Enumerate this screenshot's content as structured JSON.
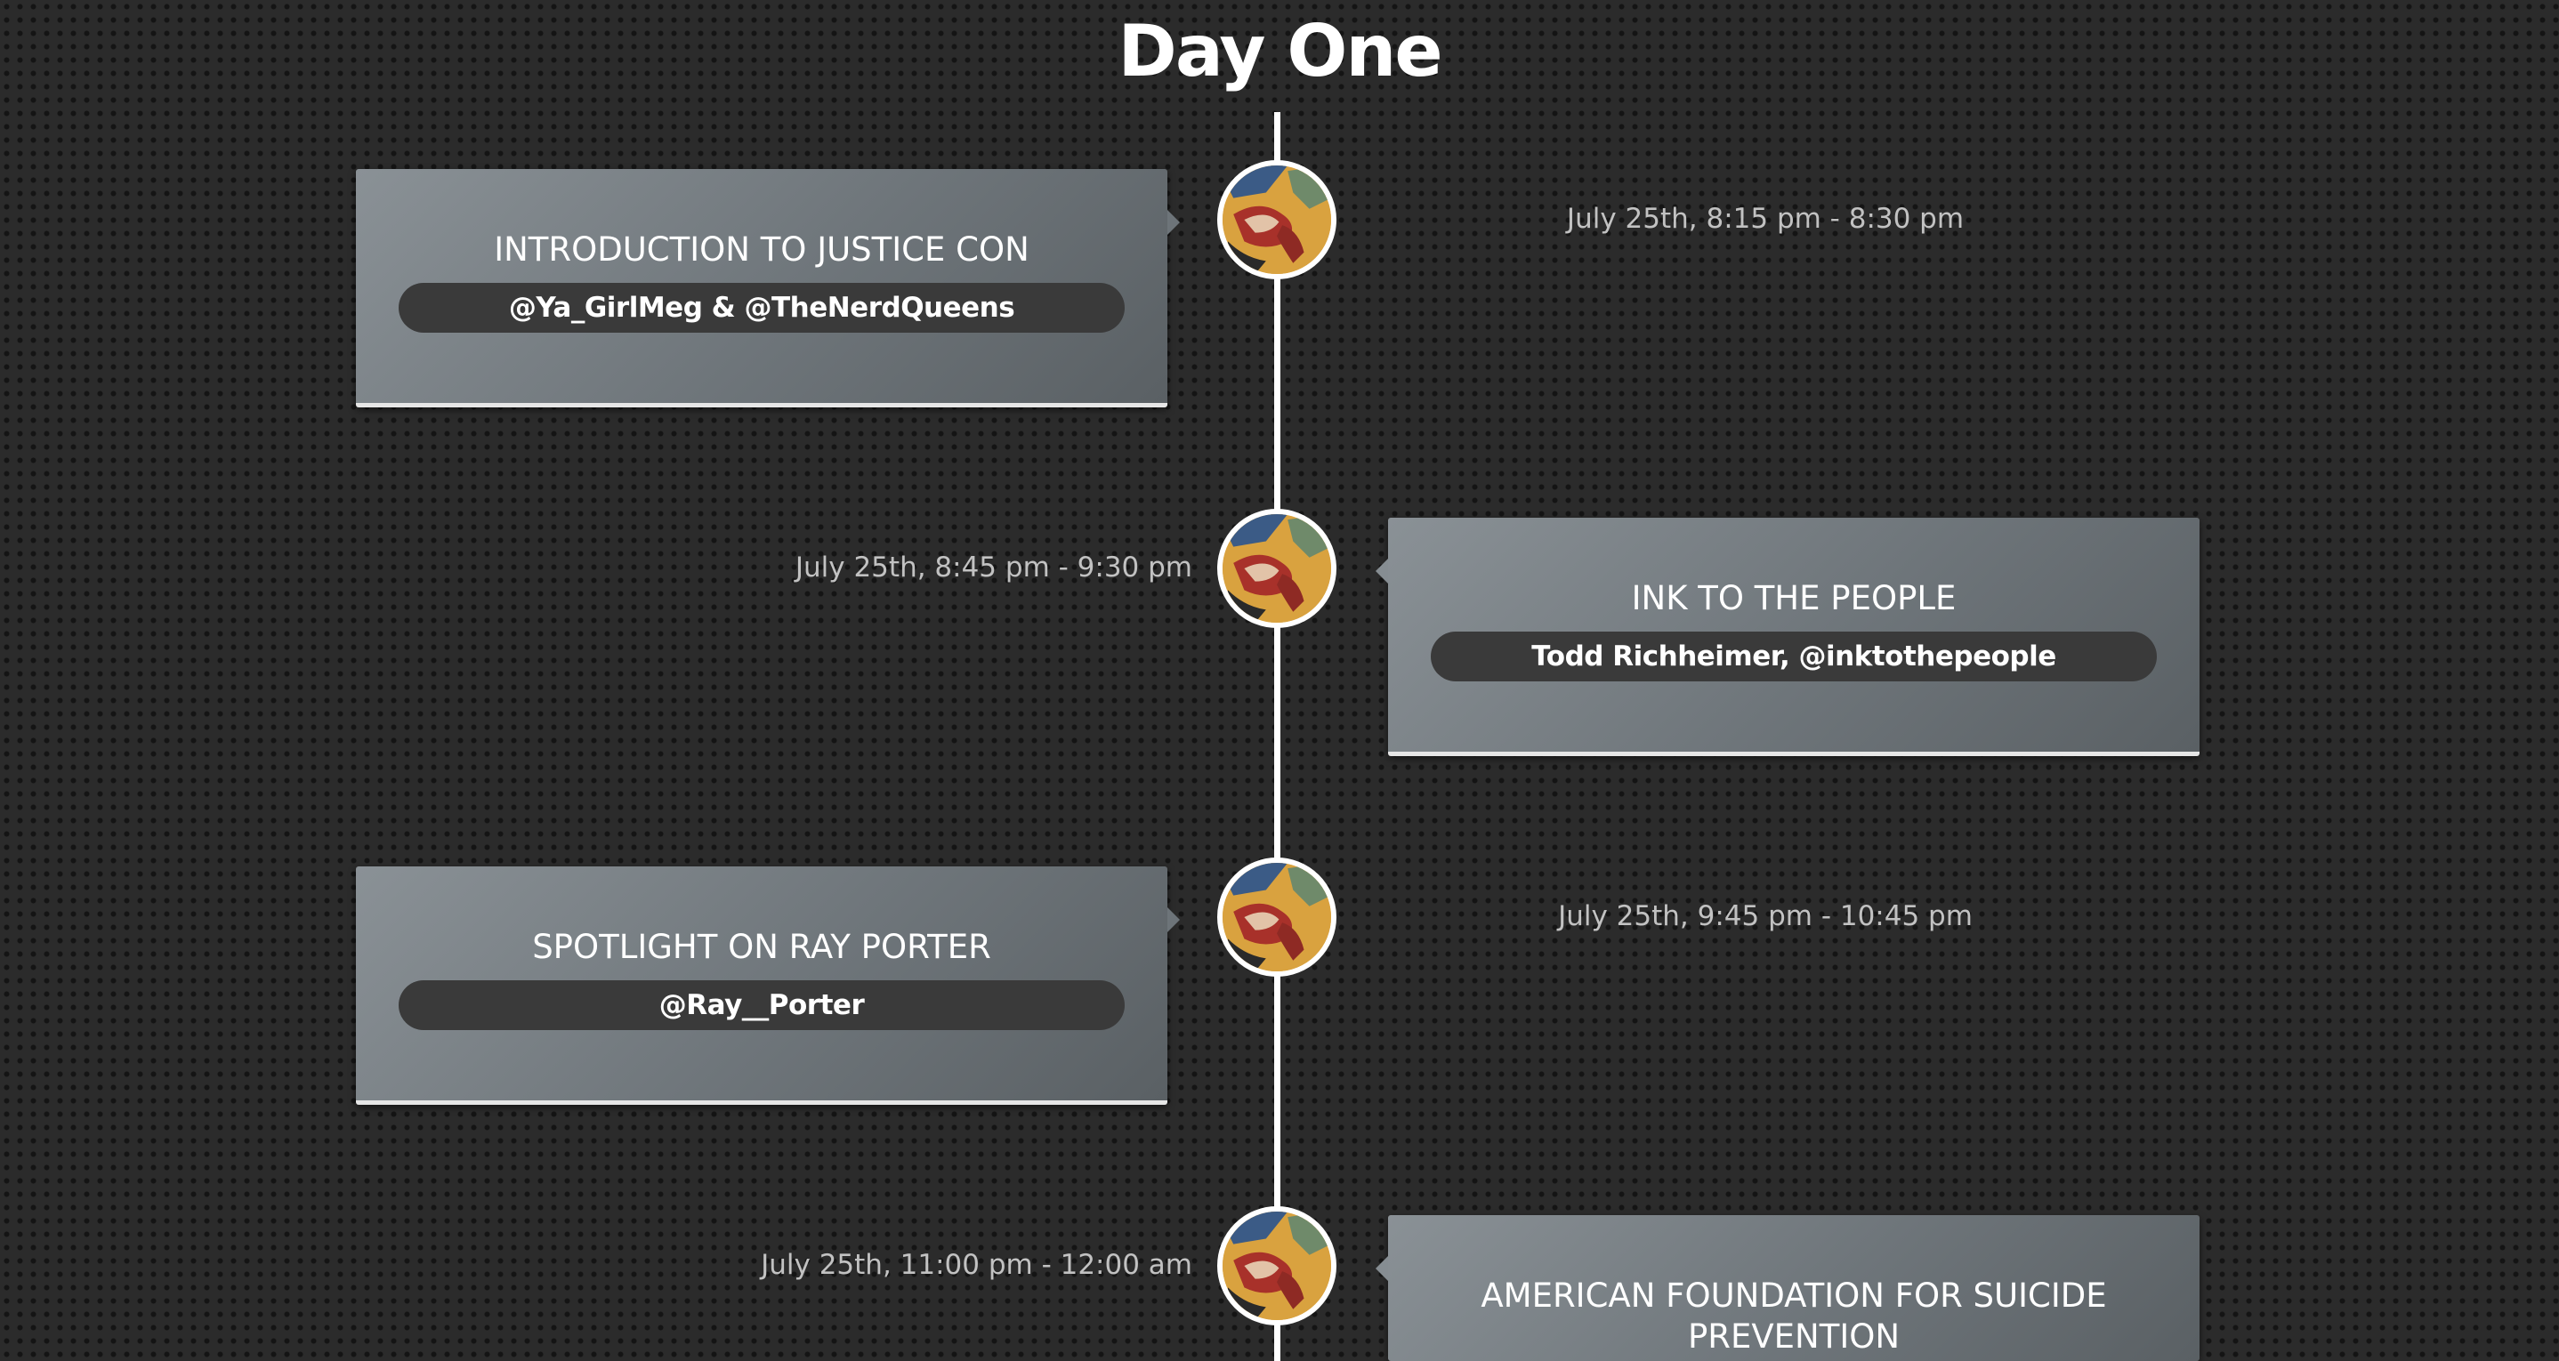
{
  "page": {
    "title": "Day One"
  },
  "events": [
    {
      "title": "INTRODUCTION TO JUSTICE CON",
      "hosts": "@Ya_GirlMeg & @TheNerdQueens",
      "time": "July 25th, 8:15 pm - 8:30 pm",
      "side": "left"
    },
    {
      "title": "INK TO THE PEOPLE",
      "hosts": "Todd Richheimer, @inktothepeople",
      "time": "July 25th, 8:45 pm - 9:30 pm",
      "side": "right"
    },
    {
      "title": "SPOTLIGHT ON RAY PORTER",
      "hosts": "@Ray__Porter",
      "time": "July 25th, 9:45 pm - 10:45 pm",
      "side": "left"
    },
    {
      "title": "AMERICAN FOUNDATION FOR SUICIDE PREVENTION",
      "hosts": "",
      "time": "July 25th, 11:00 pm - 12:00 am",
      "side": "right"
    }
  ],
  "icons": {
    "timeline_node": "event-avatar-icon"
  },
  "colors": {
    "background": "#2b2b2b",
    "card": "#7a8186",
    "pill": "#3a3a3a",
    "line": "#ffffff"
  }
}
